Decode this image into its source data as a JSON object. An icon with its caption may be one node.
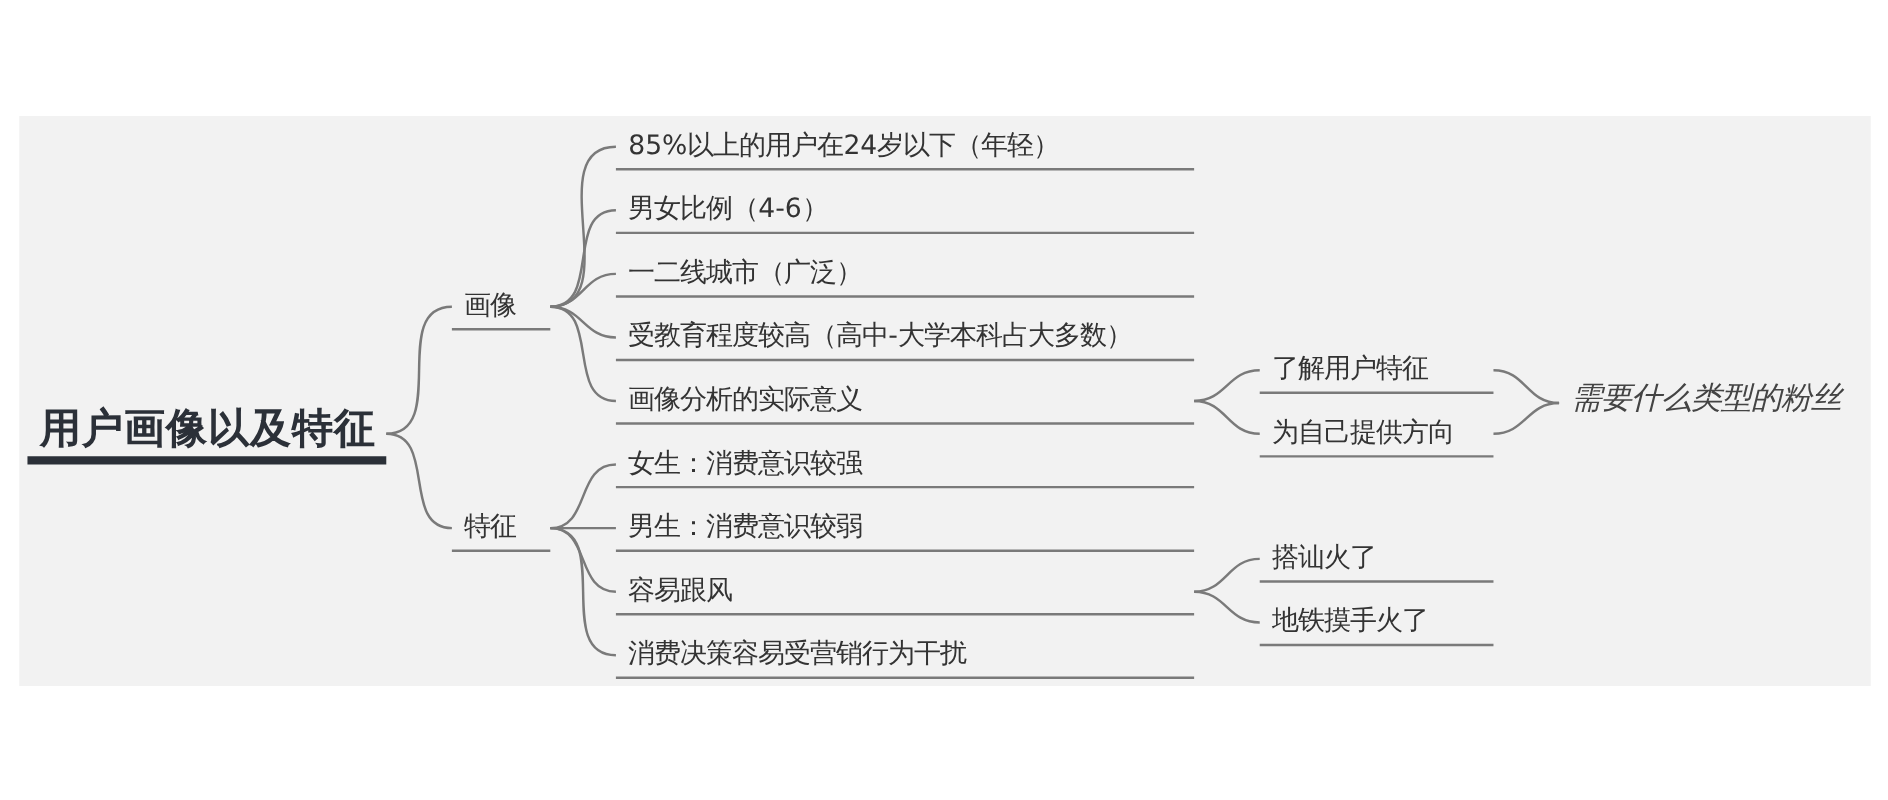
{
  "diagram": {
    "nodes": [
      {
        "text": [
          "用户画像以及特征"
        ]
      },
      {
        "text": [
          "画像"
        ]
      },
      {
        "text": [
          "85%以上的用户在24岁以下（年轻）"
        ]
      },
      {
        "text": [
          "男女比例（4-6）"
        ]
      },
      {
        "text": [
          "一二线城市（广泛）"
        ]
      },
      {
        "text": [
          "受教育程度较高（高中-大学本科占大多数）"
        ]
      },
      {
        "text": [
          "画像分析的实际意义"
        ]
      },
      {
        "text": [
          "了解用户特征"
        ]
      },
      {
        "text": [
          "为自己提供方向"
        ]
      },
      {
        "text": [
          "需要什么类型的粉丝"
        ]
      },
      {
        "text": [
          "特征"
        ]
      },
      {
        "text": [
          "女生：消费意识较强"
        ]
      },
      {
        "text": [
          "男生：消费意识较弱"
        ]
      },
      {
        "text": [
          "容易跟风"
        ]
      },
      {
        "text": [
          "搭讪火了"
        ]
      },
      {
        "text": [
          "地铁摸手火了"
        ]
      },
      {
        "text": [
          "消费决策容易受营销行为干扰"
        ]
      }
    ],
    "edges": [
      {
        "from": 0,
        "to": 1,
        "arrow": "none"
      },
      {
        "from": 1,
        "to": 2,
        "arrow": "none"
      },
      {
        "from": 1,
        "to": 3,
        "arrow": "none"
      },
      {
        "from": 1,
        "to": 4,
        "arrow": "none"
      },
      {
        "from": 1,
        "to": 5,
        "arrow": "none"
      },
      {
        "from": 1,
        "to": 6,
        "arrow": "none"
      },
      {
        "from": 6,
        "to": 7,
        "arrow": "none"
      },
      {
        "from": 6,
        "to": 8,
        "arrow": "none"
      },
      {
        "from": 7,
        "to": 9,
        "arrow": "none"
      },
      {
        "from": 8,
        "to": 9,
        "arrow": "none"
      },
      {
        "from": 0,
        "to": 10,
        "arrow": "none"
      },
      {
        "from": 10,
        "to": 11,
        "arrow": "none"
      },
      {
        "from": 10,
        "to": 12,
        "arrow": "none"
      },
      {
        "from": 10,
        "to": 13,
        "arrow": "none"
      },
      {
        "from": 13,
        "to": 14,
        "arrow": "none"
      },
      {
        "from": 13,
        "to": 15,
        "arrow": "none"
      },
      {
        "from": 10,
        "to": 16,
        "arrow": "none"
      }
    ]
  }
}
